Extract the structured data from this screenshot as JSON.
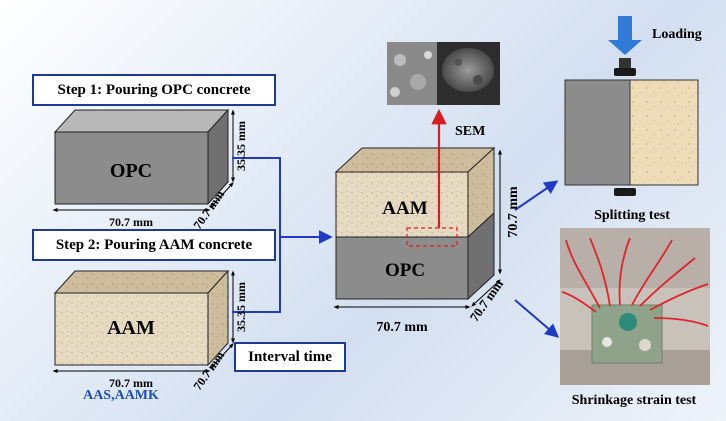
{
  "steps": {
    "step1": "Step 1: Pouring OPC concrete",
    "step2": "Step 2: Pouring AAM concrete",
    "interval": "Interval time"
  },
  "blocks": {
    "opc_label": "OPC",
    "aam_label": "AAM",
    "height_small": "35.35 mm",
    "width": "70.7 mm",
    "depth": "70.7 mm",
    "height_large": "70.7 mm",
    "aam_variants": "AAS,AAMK"
  },
  "tests": {
    "sem": "SEM",
    "loading": "Loading",
    "splitting": "Splitting test",
    "shrinkage": "Shrinkage strain test"
  },
  "colors": {
    "line_blue": "#1f3bc4",
    "arrow_red": "#d81e1e",
    "opc_gray": "#8c8c8c",
    "aam_beige": "#e6dac2",
    "label_blue": "#1f4fb5"
  }
}
